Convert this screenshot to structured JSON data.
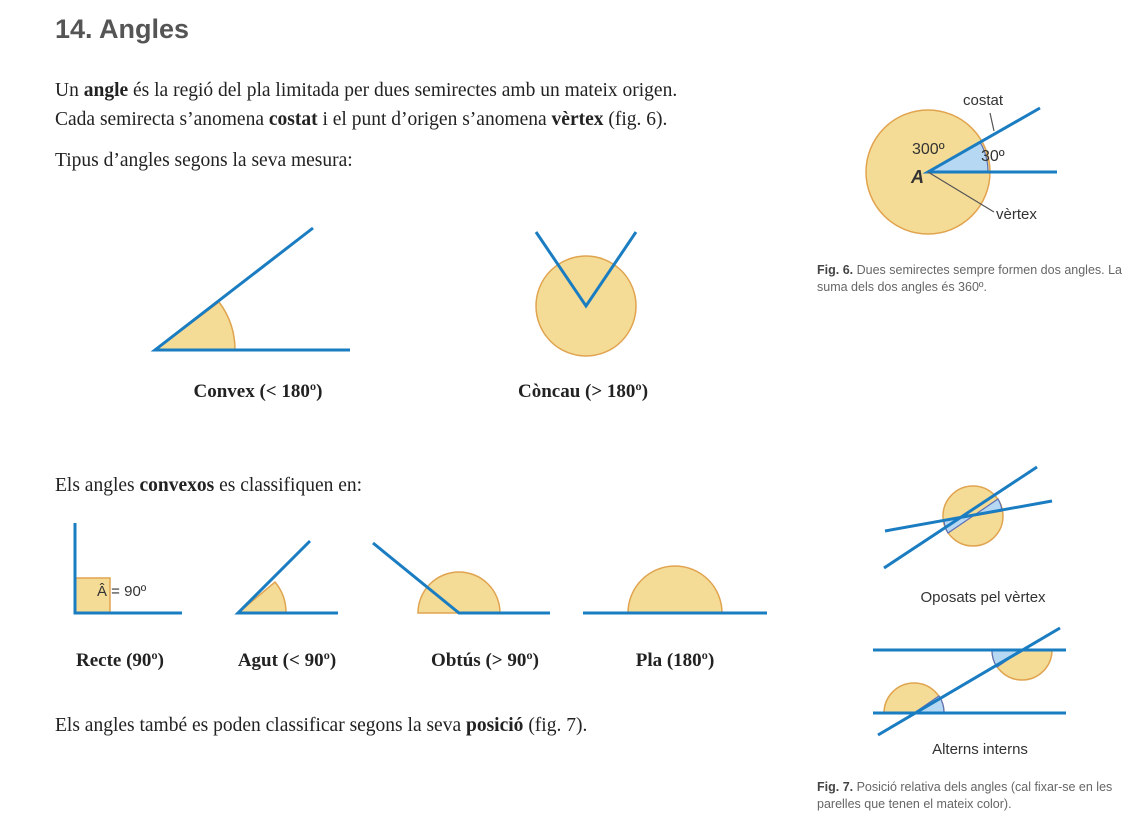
{
  "title": "14. Angles",
  "intro": {
    "l1": [
      "Un ",
      "angle",
      " és la regió del pla limitada per dues semirectes amb un mateix origen."
    ],
    "l2": [
      "Cada semirecta s’anomena ",
      "costat",
      " i el punt d’origen s’anomena ",
      "vèrtex",
      " (fig. 6)."
    ],
    "l3": "Tipus d’angles segons la seva mesura:"
  },
  "measure_types": [
    "Convex (< 180º)",
    "Còncau (> 180º)"
  ],
  "convex_intro": [
    "Els angles ",
    "convexos",
    " es classifiquen en:"
  ],
  "convex_types": [
    "Recte (90º)",
    "Agut (< 90º)",
    "Obtús (> 90º)",
    "Pla (180º)"
  ],
  "right_angle_mark": "Â = 90º",
  "position_line": [
    "Els angles també es poden classificar segons la seva ",
    "posició",
    " (fig. 7)."
  ],
  "fig6": {
    "costat": "costat",
    "a300": "300º",
    "a30": "30º",
    "A": "A",
    "vertex": "vèrtex",
    "cap_label": "Fig. 6.",
    "caption": " Dues semirectes sempre formen dos angles. La suma dels dos angles és 360º."
  },
  "fig7": {
    "opposite": "Oposats pel vèrtex",
    "alternate": "Alterns interns",
    "cap_label": "Fig. 7.",
    "caption": " Posició relativa dels angles (cal fixar-se en les parelles que tenen el mateix color)."
  },
  "colors": {
    "line": "#1a7cc1",
    "fill": "#f5dc96",
    "fillStroke": "#e0a450",
    "blue": "#b7d8f2"
  }
}
